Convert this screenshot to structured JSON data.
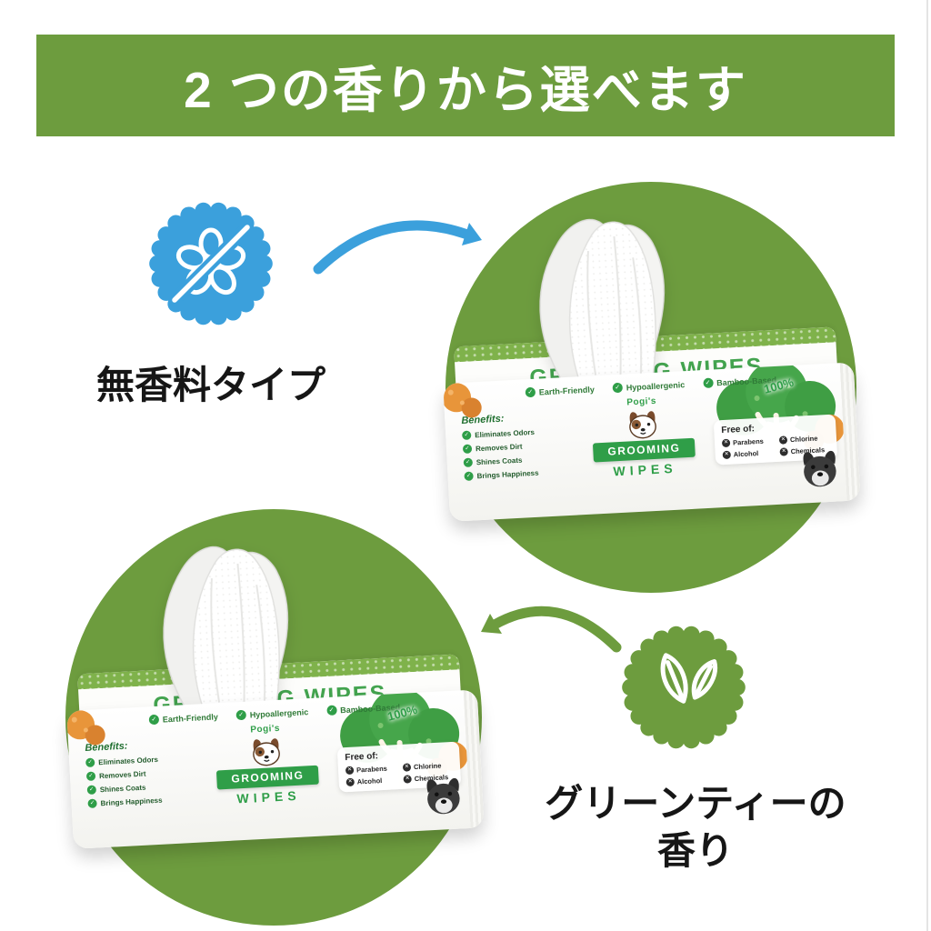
{
  "header": {
    "title": "2 つの香りから選べます",
    "bg_color": "#6d9c3e",
    "text_color": "#ffffff"
  },
  "unscented": {
    "label": "無香料タイプ",
    "badge_color": "#3ba0dc",
    "icon": "no-fragrance-flower-icon"
  },
  "green_tea": {
    "label_line1": "グリーンティーの",
    "label_line2": "香り",
    "badge_color": "#6d9c3e",
    "icon": "tea-leaves-icon"
  },
  "package": {
    "brand": "Pogi's",
    "top_label": "GROOMING WIPES",
    "title_line1": "GROOMING",
    "title_line2": "WIPES",
    "benefits_title": "Benefits:",
    "benefits": [
      "Eliminates Odors",
      "Removes Dirt",
      "Shines Coats",
      "Brings Happiness"
    ],
    "features": [
      "Earth-Friendly",
      "Hypoallergenic",
      "Bamboo-Based"
    ],
    "free_of_title": "Free of:",
    "free_of": [
      "Parabens",
      "Alcohol",
      "Chlorine",
      "Chemicals"
    ],
    "badge_100": "100%"
  },
  "icons": {
    "check_glyph": "✓",
    "cross_glyph": "✕"
  },
  "colors": {
    "circle_green": "#6d9c3e",
    "package_green": "#2f9e48",
    "arrow_blue": "#3ba0dc",
    "accent_orange": "#e8953a"
  }
}
